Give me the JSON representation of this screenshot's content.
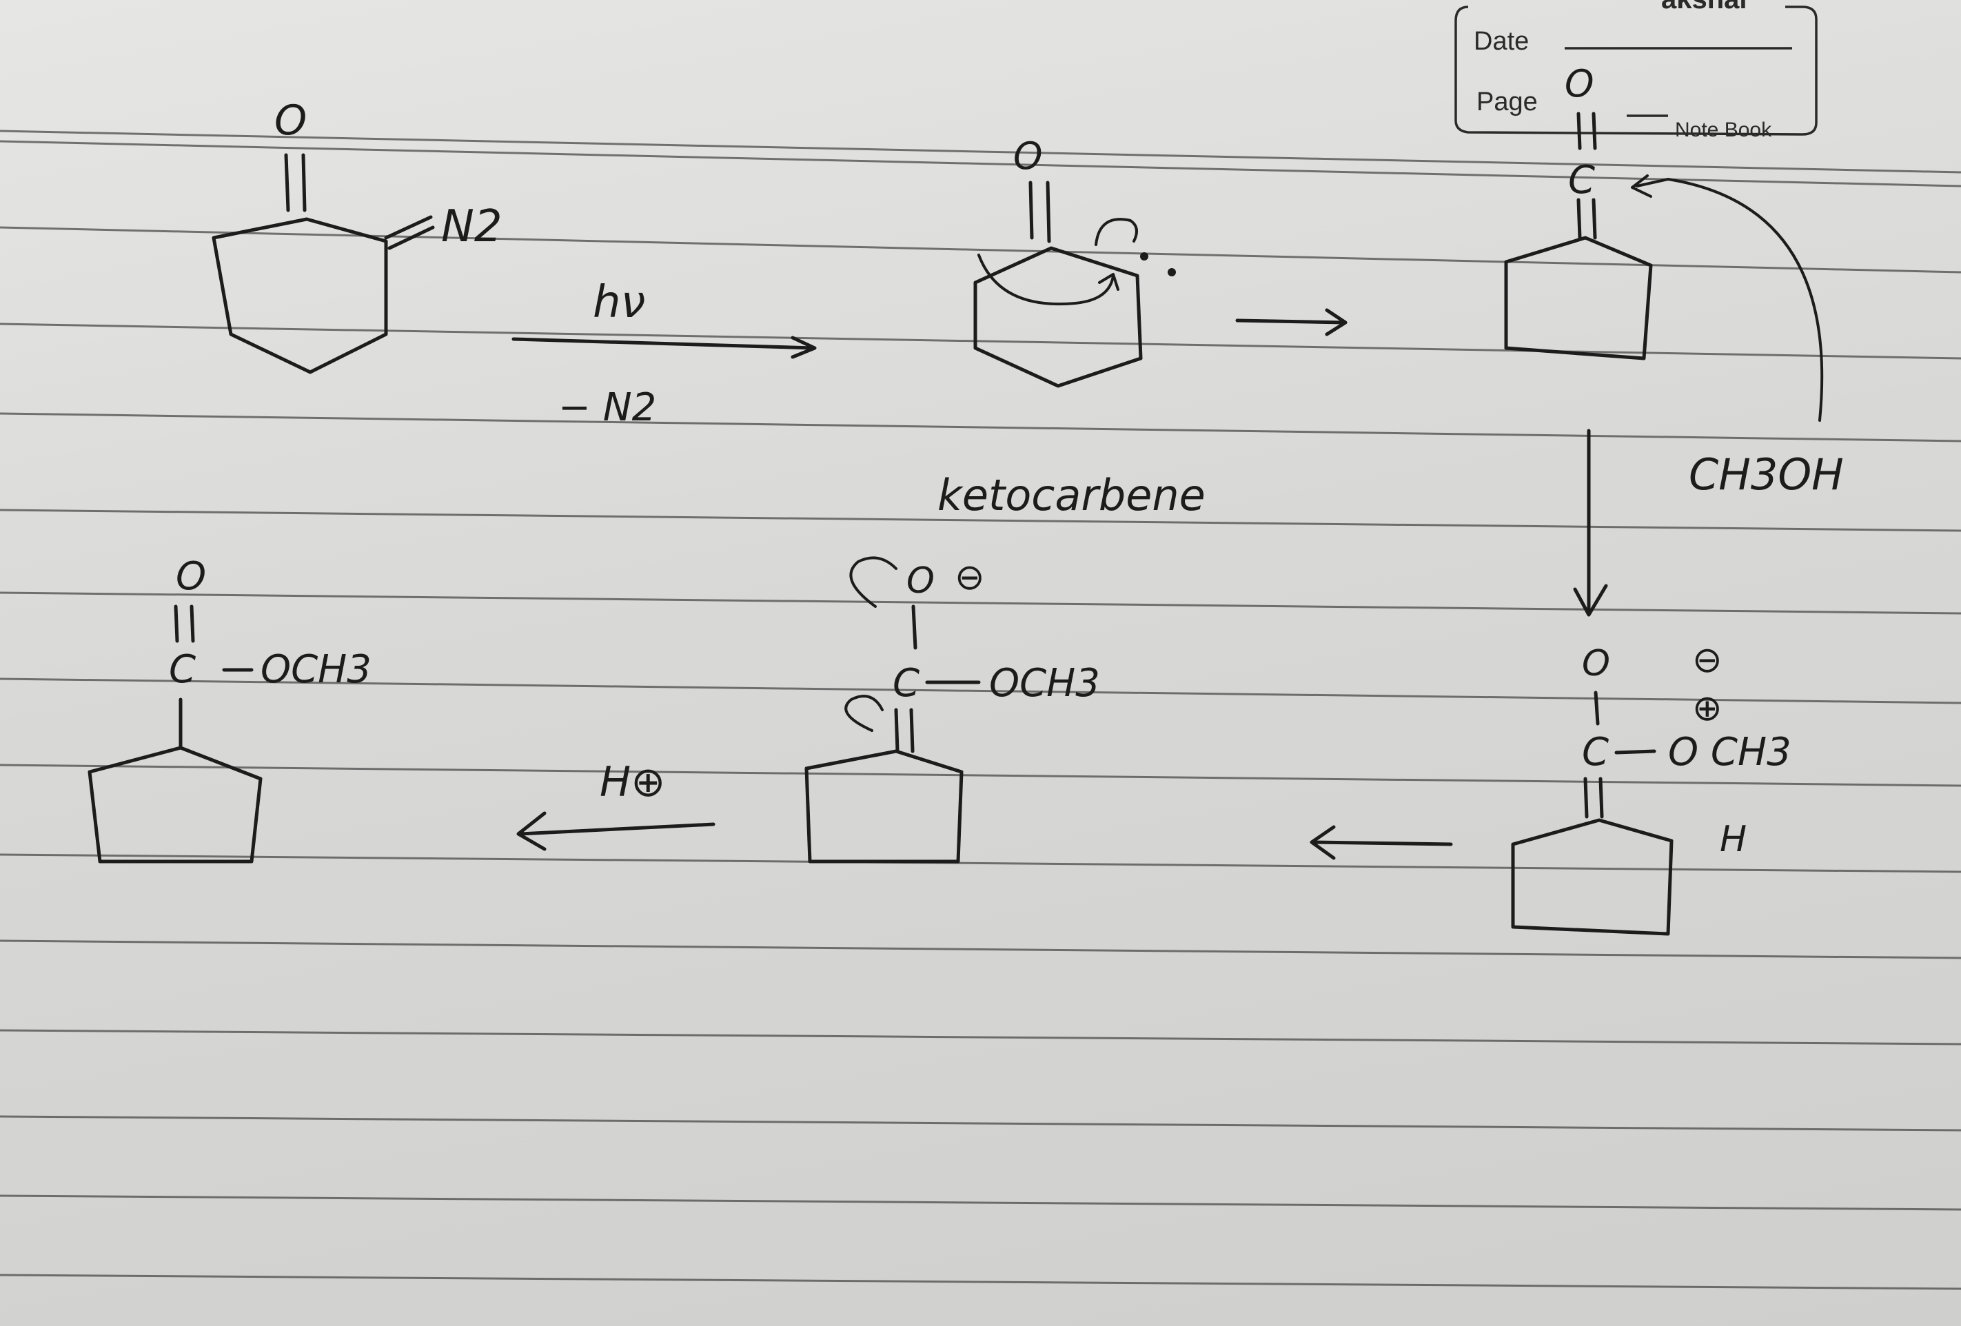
{
  "header": {
    "brand": "akshar",
    "date_label": "Date",
    "page_label": "Page",
    "notebook_label": "Note Book"
  },
  "reaction": {
    "reactant": {
      "carbonyl_o": "O",
      "diazo": "N2"
    },
    "step1": {
      "reagent": "hν",
      "byproduct": "− N2"
    },
    "carbene": {
      "carbonyl_o": "O",
      "caption": "ketocarbene"
    },
    "ketene": {
      "carbonyl_o": "O",
      "carbon": "C"
    },
    "nucleophile": "CH3OH",
    "adduct": {
      "oxygen": "O",
      "neg_charge": "⊖",
      "pos_charge": "⊕",
      "carbon": "C",
      "group": "O CH3",
      "hydrogen": "H"
    },
    "enolate": {
      "oxygen": "O",
      "neg_charge": "⊖",
      "carbon": "C",
      "group": "OCH3"
    },
    "step_proton": "H⊕",
    "product": {
      "carbonyl_o": "O",
      "carbon": "C",
      "group": "OCH3"
    }
  }
}
